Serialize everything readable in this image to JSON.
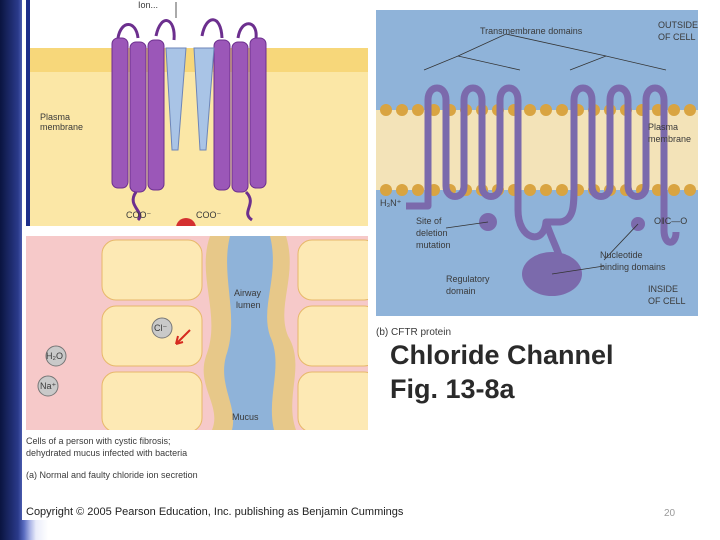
{
  "slide": {
    "title_line1": "Chloride Channel",
    "title_line2": "Fig. 13-8a",
    "copyright": "Copyright © 2005 Pearson Education, Inc. publishing as Benjamin Cummings",
    "page_number": "20"
  },
  "panel_channel": {
    "top_label": "Ion...",
    "plasma_membrane": "Plasma membrane",
    "cooh_left": "COO⁻",
    "cooh_right": "COO⁻"
  },
  "panel_cftr": {
    "transmembrane": "Transmembrane domains",
    "outside_line1": "OUTSIDE",
    "outside_line2": "OF CELL",
    "plasma_line1": "Plasma",
    "plasma_line2": "membrane",
    "h3n": "H₃N⁺",
    "deletion_line1": "Site of",
    "deletion_line2": "deletion",
    "deletion_line3": "mutation",
    "nucleotide_line1": "Nucleotide",
    "nucleotide_line2": "binding domains",
    "regulatory_line1": "Regulatory",
    "regulatory_line2": "domain",
    "inside_line1": "INSIDE",
    "inside_line2": "OF CELL",
    "cooh": "O‖C—O",
    "caption": "(b) CFTR protein"
  },
  "panel_airway": {
    "airway_line1": "Airway",
    "airway_line2": "lumen",
    "cl": "Cl⁻",
    "h2o": "H₂O",
    "na": "Na⁺",
    "mucus": "Mucus",
    "caption_line1": "Cells of a person with cystic fibrosis;",
    "caption_line2": "dehydrated mucus infected with bacteria",
    "caption_a": "(a) Normal and faulty chloride ion secretion"
  }
}
